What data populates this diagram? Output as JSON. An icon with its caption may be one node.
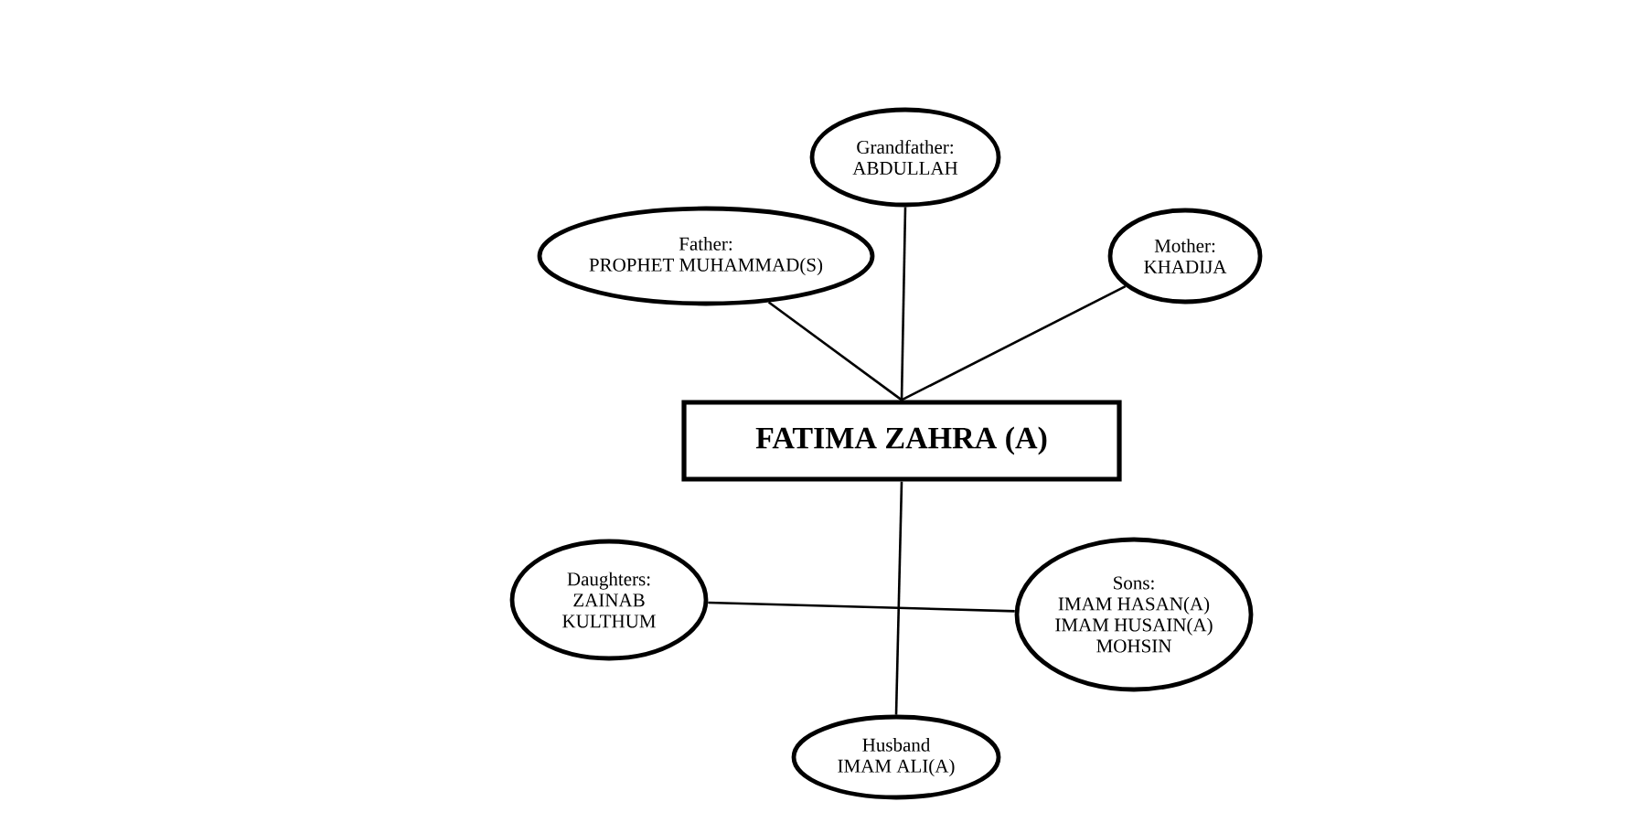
{
  "diagram": {
    "nodes": [
      {
        "text": [
          "Grandfather:",
          "ABDULLAH"
        ]
      },
      {
        "text": [
          "Father:",
          "PROPHET MUHAMMAD(S)"
        ]
      },
      {
        "text": [
          "Mother:",
          "KHADIJA"
        ]
      },
      {
        "text": [
          "FATIMA ZAHRA (A)"
        ]
      },
      {
        "text": [
          "Daughters:",
          "ZAINAB",
          "KULTHUM"
        ]
      },
      {
        "text": [
          "Sons:",
          "IMAM HASAN(A)",
          "IMAM HUSAIN(A)",
          "MOHSIN"
        ]
      },
      {
        "text": [
          "Husband",
          "IMAM ALI(A)"
        ]
      }
    ],
    "edges": [
      {
        "from": 0,
        "to": 3,
        "arrow": "none"
      },
      {
        "from": 1,
        "to": 3,
        "arrow": "none"
      },
      {
        "from": 2,
        "to": 3,
        "arrow": "none"
      },
      {
        "from": 3,
        "to": 6,
        "arrow": "none"
      },
      {
        "from": 4,
        "to": 5,
        "arrow": "none"
      }
    ]
  }
}
